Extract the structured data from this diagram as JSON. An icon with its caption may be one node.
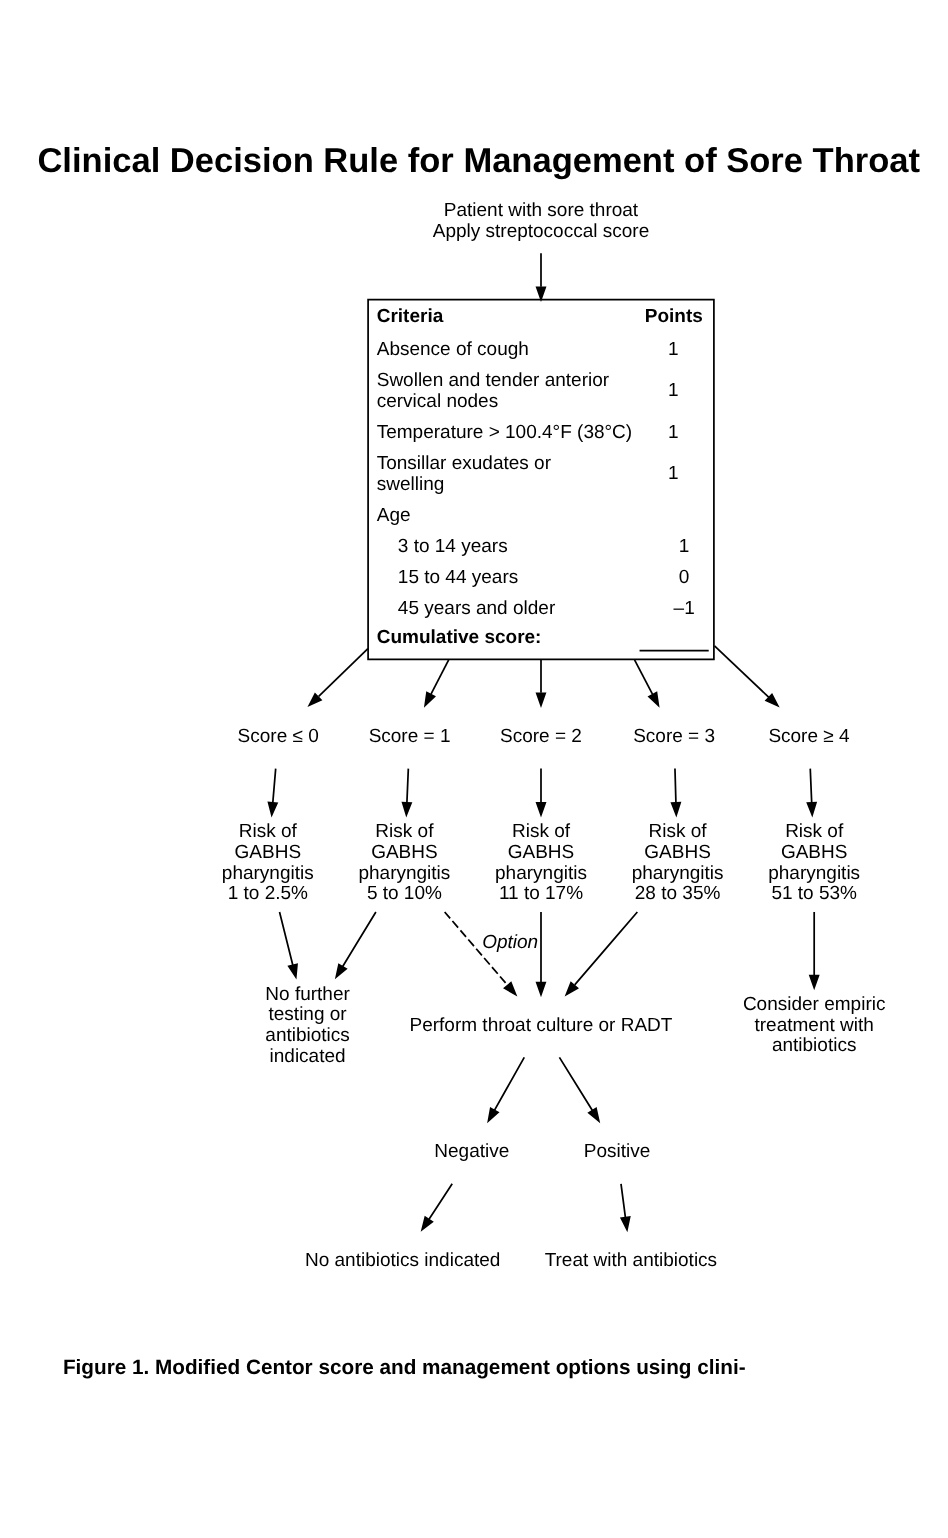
{
  "diagram": {
    "title": "Clinical Decision Rule for Management of Sore Throat",
    "caption": "Figure 1. Modified Centor score and management options using clini-",
    "nodes": [
      {
        "text": [
          "Patient with sore throat Apply streptococcal score"
        ]
      },
      {
        "text": [
          "Criteria",
          "Points",
          "Absence of cough",
          "1",
          "Swollen and tender anterior cervical nodes",
          "1",
          "Temperature > 100.4°F (38°C)",
          "1",
          "Tonsillar exudates or swelling",
          "1",
          "Age",
          "3 to 14 years",
          "1",
          "15 to 44 years",
          "0",
          "45 years and older",
          "–1",
          "Cumulative score:"
        ]
      },
      {
        "text": [
          "Score ≤ 0"
        ]
      },
      {
        "text": [
          "Score = 1"
        ]
      },
      {
        "text": [
          "Score = 2"
        ]
      },
      {
        "text": [
          "Score = 3"
        ]
      },
      {
        "text": [
          "Score ≥ 4"
        ]
      },
      {
        "text": [
          "Risk of GABHS pharyngitis 1 to 2.5%"
        ]
      },
      {
        "text": [
          "Risk of GABHS pharyngitis 5 to 10%"
        ]
      },
      {
        "text": [
          "Risk of GABHS pharyngitis 11 to 17%"
        ]
      },
      {
        "text": [
          "Risk of GABHS pharyngitis 28 to 35%"
        ]
      },
      {
        "text": [
          "Risk of GABHS pharyngitis 51 to 53%"
        ]
      },
      {
        "text": [
          "No further testing or antibiotics indicated"
        ]
      },
      {
        "text": [
          "Perform throat culture or RADT"
        ]
      },
      {
        "text": [
          "Consider empiric treatment with antibiotics"
        ]
      },
      {
        "text": [
          "Negative"
        ]
      },
      {
        "text": [
          "Positive"
        ]
      },
      {
        "text": [
          "No antibiotics indicated"
        ]
      },
      {
        "text": [
          "Treat with antibiotics"
        ]
      }
    ],
    "edges": [
      {
        "from": 0,
        "to": 1,
        "arrow": "to"
      },
      {
        "from": 1,
        "to": 2,
        "arrow": "to"
      },
      {
        "from": 1,
        "to": 3,
        "arrow": "to"
      },
      {
        "from": 1,
        "to": 4,
        "arrow": "to"
      },
      {
        "from": 1,
        "to": 5,
        "arrow": "to"
      },
      {
        "from": 1,
        "to": 6,
        "arrow": "to"
      },
      {
        "from": 2,
        "to": 7,
        "arrow": "to"
      },
      {
        "from": 3,
        "to": 8,
        "arrow": "to"
      },
      {
        "from": 4,
        "to": 9,
        "arrow": "to"
      },
      {
        "from": 5,
        "to": 10,
        "arrow": "to"
      },
      {
        "from": 6,
        "to": 11,
        "arrow": "to"
      },
      {
        "from": 7,
        "to": 12,
        "arrow": "to"
      },
      {
        "from": 8,
        "to": 12,
        "arrow": "to"
      },
      {
        "from": 8,
        "to": 13,
        "arrow": "to",
        "label": "Option",
        "style": "dashed"
      },
      {
        "from": 9,
        "to": 13,
        "arrow": "to"
      },
      {
        "from": 10,
        "to": 13,
        "arrow": "to"
      },
      {
        "from": 11,
        "to": 14,
        "arrow": "to"
      },
      {
        "from": 13,
        "to": 15,
        "arrow": "to"
      },
      {
        "from": 13,
        "to": 16,
        "arrow": "to"
      },
      {
        "from": 15,
        "to": 17,
        "arrow": "to"
      },
      {
        "from": 16,
        "to": 18,
        "arrow": "to"
      }
    ]
  }
}
